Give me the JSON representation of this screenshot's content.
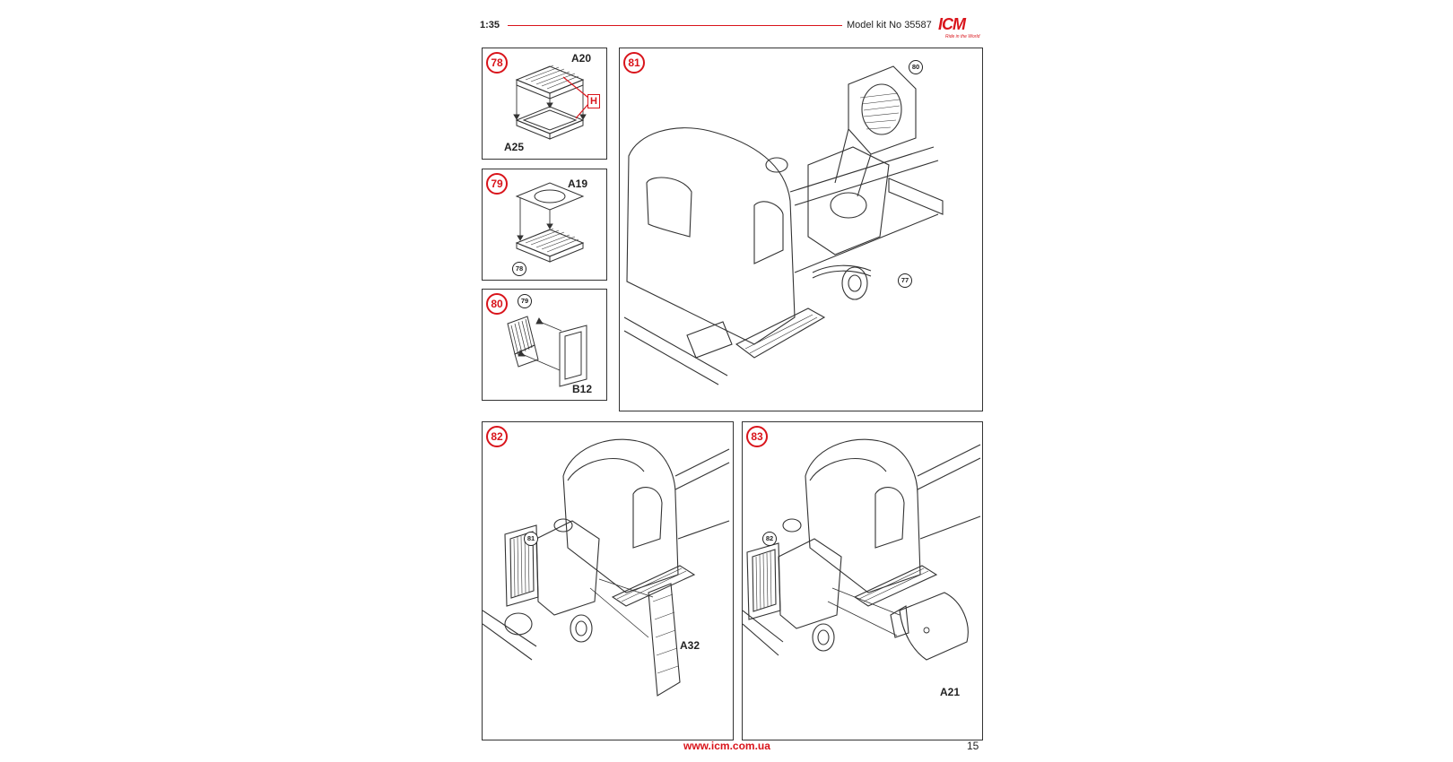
{
  "header": {
    "scale": "1:35",
    "model_kit": "Model kit No 35587",
    "logo": "ICM",
    "logo_tagline": "Ride in the World",
    "accent_color": "#d9141b"
  },
  "steps": [
    {
      "number": "78",
      "parts": [
        "A20",
        "A25"
      ],
      "paint_code": "H"
    },
    {
      "number": "79",
      "parts": [
        "A19"
      ],
      "refs": [
        "78"
      ]
    },
    {
      "number": "80",
      "parts": [
        "B12"
      ],
      "refs": [
        "79"
      ]
    },
    {
      "number": "81",
      "refs": [
        "80",
        "77"
      ]
    },
    {
      "number": "82",
      "parts": [
        "A32"
      ],
      "refs": [
        "81"
      ]
    },
    {
      "number": "83",
      "parts": [
        "A21"
      ],
      "refs": [
        "82"
      ]
    }
  ],
  "footer": {
    "url": "www.icm.com.ua",
    "page_number": "15"
  }
}
